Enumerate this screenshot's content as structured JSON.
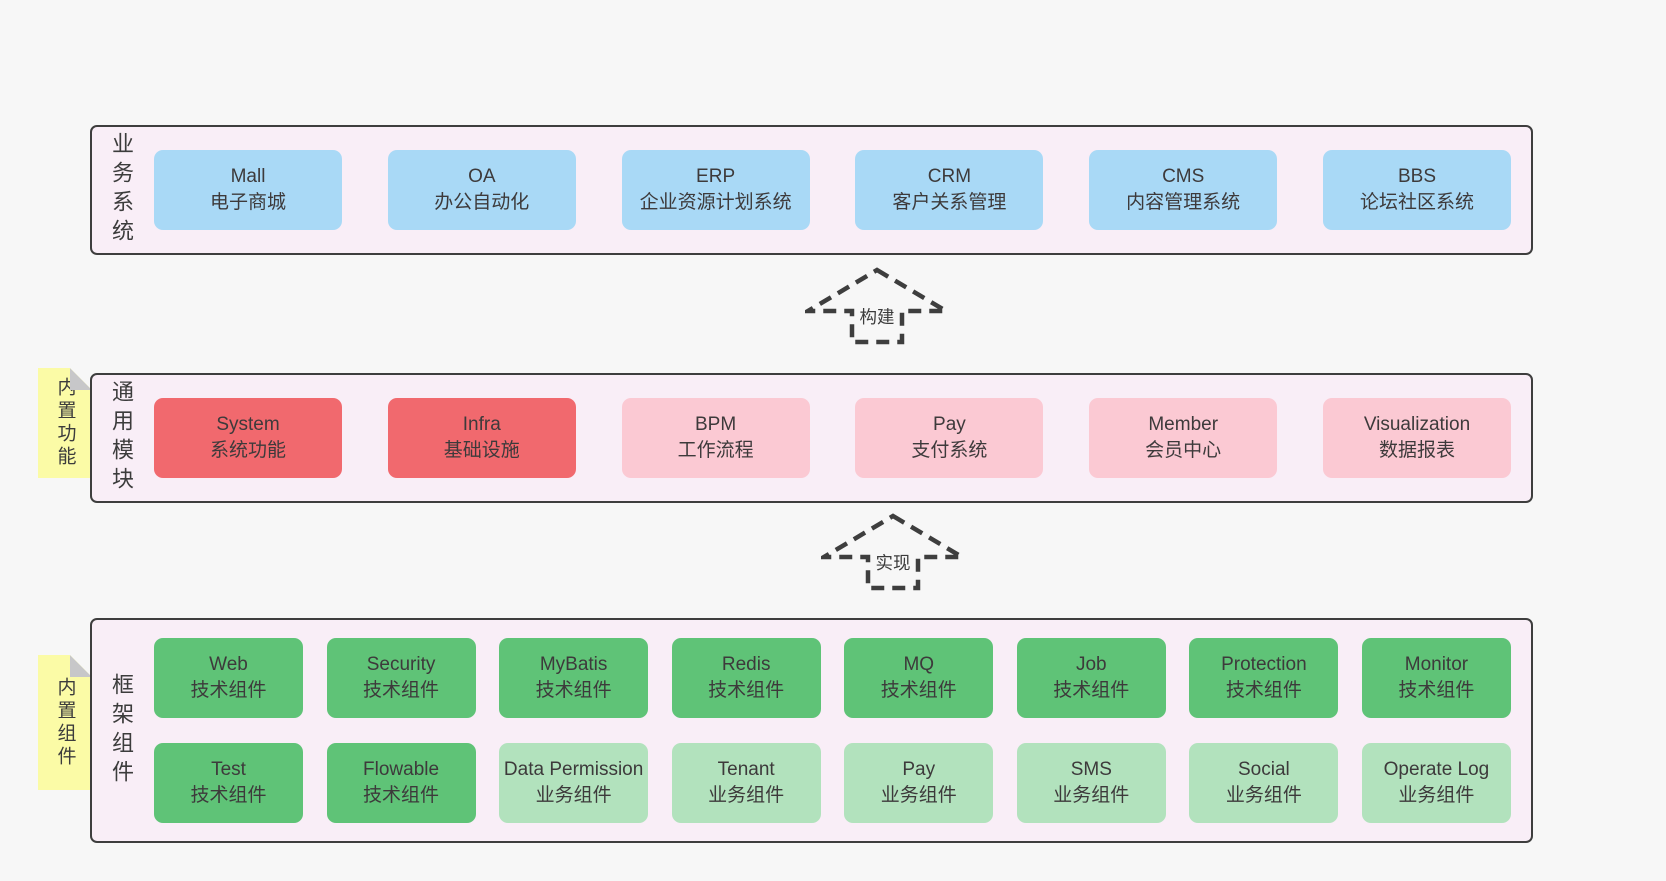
{
  "palette": {
    "page_background": "#f7f7f7",
    "panel_background": "#f9eef7",
    "panel_border": "#3e3e3e",
    "box_blue": "#a9d9f6",
    "box_red": "#f1696e",
    "box_pink": "#fbc9d3",
    "box_green": "#5fc377",
    "box_light_green": "#b2e2bd",
    "note_yellow": "#fbfba6",
    "note_fold_gray": "#c7c7c9",
    "text": "#3c3c3c"
  },
  "arrows": {
    "build": {
      "label": "构建"
    },
    "implement": {
      "label": "实现"
    }
  },
  "sections": {
    "business": {
      "label": "业务系统",
      "boxes": [
        {
          "title": "Mall",
          "subtitle": "电子商城",
          "color": "blue"
        },
        {
          "title": "OA",
          "subtitle": "办公自动化",
          "color": "blue"
        },
        {
          "title": "ERP",
          "subtitle": "企业资源计划系统",
          "color": "blue"
        },
        {
          "title": "CRM",
          "subtitle": "客户关系管理",
          "color": "blue"
        },
        {
          "title": "CMS",
          "subtitle": "内容管理系统",
          "color": "blue"
        },
        {
          "title": "BBS",
          "subtitle": "论坛社区系统",
          "color": "blue"
        }
      ]
    },
    "modules": {
      "label": "通用模块",
      "note": "内置功能",
      "boxes": [
        {
          "title": "System",
          "subtitle": "系统功能",
          "color": "red"
        },
        {
          "title": "Infra",
          "subtitle": "基础设施",
          "color": "red"
        },
        {
          "title": "BPM",
          "subtitle": "工作流程",
          "color": "pink"
        },
        {
          "title": "Pay",
          "subtitle": "支付系统",
          "color": "pink"
        },
        {
          "title": "Member",
          "subtitle": "会员中心",
          "color": "pink"
        },
        {
          "title": "Visualization",
          "subtitle": "数据报表",
          "color": "pink"
        }
      ]
    },
    "components": {
      "label": "框架组件",
      "note": "内置组件",
      "row1": [
        {
          "title": "Web",
          "subtitle": "技术组件",
          "color": "green"
        },
        {
          "title": "Security",
          "subtitle": "技术组件",
          "color": "green"
        },
        {
          "title": "MyBatis",
          "subtitle": "技术组件",
          "color": "green"
        },
        {
          "title": "Redis",
          "subtitle": "技术组件",
          "color": "green"
        },
        {
          "title": "MQ",
          "subtitle": "技术组件",
          "color": "green"
        },
        {
          "title": "Job",
          "subtitle": "技术组件",
          "color": "green"
        },
        {
          "title": "Protection",
          "subtitle": "技术组件",
          "color": "green"
        },
        {
          "title": "Monitor",
          "subtitle": "技术组件",
          "color": "green"
        }
      ],
      "row2": [
        {
          "title": "Test",
          "subtitle": "技术组件",
          "color": "green"
        },
        {
          "title": "Flowable",
          "subtitle": "技术组件",
          "color": "green"
        },
        {
          "title": "Data Permission",
          "subtitle": "业务组件",
          "color": "light_green"
        },
        {
          "title": "Tenant",
          "subtitle": "业务组件",
          "color": "light_green"
        },
        {
          "title": "Pay",
          "subtitle": "业务组件",
          "color": "light_green"
        },
        {
          "title": "SMS",
          "subtitle": "业务组件",
          "color": "light_green"
        },
        {
          "title": "Social",
          "subtitle": "业务组件",
          "color": "light_green"
        },
        {
          "title": "Operate Log",
          "subtitle": "业务组件",
          "color": "light_green"
        }
      ]
    }
  }
}
